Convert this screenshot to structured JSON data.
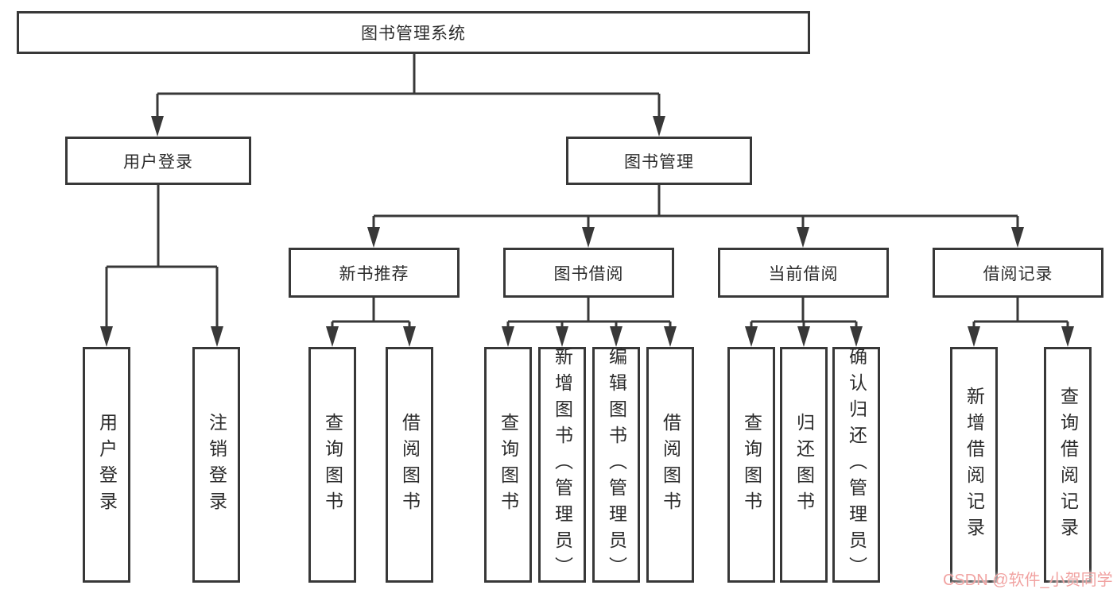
{
  "watermark": "CSDN @软件_小贺同学",
  "colors": {
    "line": "#383838",
    "node_border": "#383838",
    "text": "#2b2b2b",
    "watermark": "#f1a3a2",
    "background": "#ffffff"
  },
  "tree": {
    "label": "图书管理系统",
    "children": [
      {
        "label": "用户登录",
        "children": [
          {
            "label": "用户登录"
          },
          {
            "label": "注销登录"
          }
        ]
      },
      {
        "label": "图书管理",
        "children": [
          {
            "label": "新书推荐",
            "children": [
              {
                "label": "查询图书"
              },
              {
                "label": "借阅图书"
              }
            ]
          },
          {
            "label": "图书借阅",
            "children": [
              {
                "label": "查询图书"
              },
              {
                "label": "新增图书（管理员）"
              },
              {
                "label": "编辑图书（管理员）"
              },
              {
                "label": "借阅图书"
              }
            ]
          },
          {
            "label": "当前借阅",
            "children": [
              {
                "label": "查询图书"
              },
              {
                "label": "归还图书"
              },
              {
                "label": "确认归还（管理员）"
              }
            ]
          },
          {
            "label": "借阅记录",
            "children": [
              {
                "label": "新增借阅记录"
              },
              {
                "label": "查询借阅记录"
              }
            ]
          }
        ]
      }
    ]
  }
}
